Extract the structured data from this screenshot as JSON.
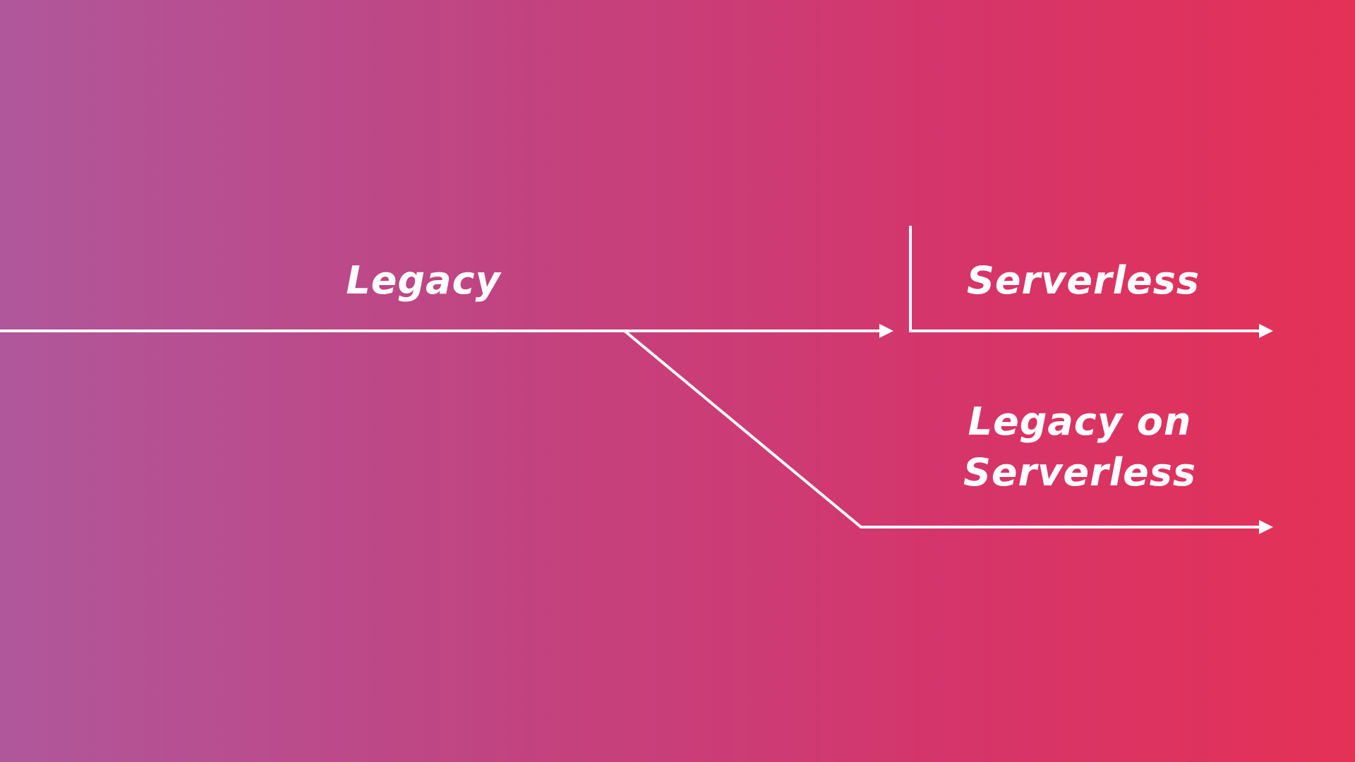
{
  "diagram": {
    "labels": {
      "legacy": "Legacy",
      "serverless": "Serverless",
      "legacy_on_serverless_line1": "Legacy on",
      "legacy_on_serverless_line2": "Serverless"
    },
    "colors": {
      "gradient_start": "#b0579b",
      "gradient_end": "#e43156",
      "line": "#ffffff",
      "text": "#ffffff"
    }
  }
}
